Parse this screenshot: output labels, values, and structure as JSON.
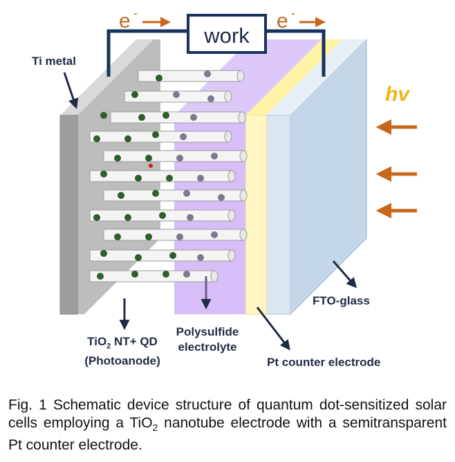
{
  "diagram": {
    "electron_label_left": "e",
    "electron_label_right": "e",
    "electron_superscript": "-",
    "load_label": "work",
    "light_label": "hv",
    "labels": {
      "ti_metal": "Ti metal",
      "photoanode_line1_prefix": "TiO",
      "photoanode_line1_sub": "2",
      "photoanode_line1_suffix": " NT+ QD",
      "photoanode_line2": "(Photoanode)",
      "electrolyte_line1": "Polysulfide",
      "electrolyte_line2": "electrolyte",
      "pt_counter": "Pt counter electrode",
      "fto_glass": "FTO-glass"
    },
    "colors": {
      "wire": "#17325c",
      "electron_arrow": "#c8671b",
      "light_arrow": "#c8671b",
      "hv_text": "#f2b318",
      "ti_metal": "#9e9e9e",
      "electrolyte": "#c9a8f5",
      "pt_layer": "#fff4b0",
      "fto_glass": "#c9dceb",
      "quantum_dot": "#2e5e2a",
      "label_text": "#1f2a44"
    }
  },
  "caption": {
    "part1": "Fig. 1 Schematic device structure of quantum dot-sensitized solar cells employing a TiO",
    "sub": "2",
    "part2": " nanotube electrode with a semitransparent Pt counter electrode."
  }
}
